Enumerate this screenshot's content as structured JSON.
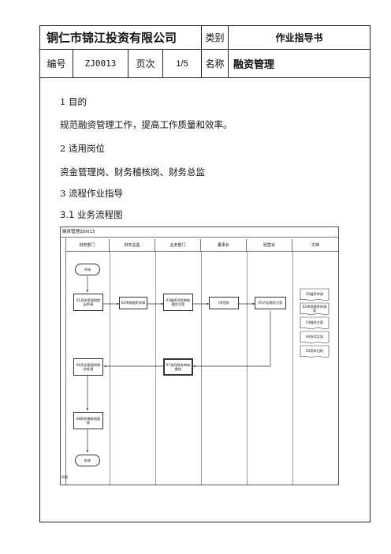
{
  "header": {
    "company": "铜仁市锦江投资有限公司",
    "category_label": "类别",
    "category_value": "作业指导书",
    "number_label": "编号",
    "number_value": "ZJ0013",
    "page_label": "页次",
    "page_value": "1/5",
    "name_label": "名称",
    "name_value": "融资管理"
  },
  "body": {
    "s1_title": "1 目的",
    "s1_text": "规范融资管理工作，提高工作质量和效率。",
    "s2_title": "2 适用岗位",
    "s2_text": "资金管理岗、财务稽核岗、财务总监",
    "s3_title": "3 流程作业指导",
    "s31_title": "3.1 业务流程图"
  },
  "flowchart": {
    "title": "融资管理ZJ0013",
    "lanes": [
      "财务部门",
      "财务总监",
      "业务部门",
      "董事长",
      "经营会",
      "文档"
    ],
    "side_label": "阶段",
    "nodes": {
      "start": "开始",
      "n01": "01资金管理岗提出申请",
      "n02": "02审核融资申请",
      "n03": "03融资项目审核融资方案",
      "n04": "04签批",
      "n05": "05讨论融资方案",
      "n06": "06资金管理岗财务处理",
      "n07": "07合同财务审核备档",
      "n08": "08财务稽核岗复核",
      "end": "结束"
    },
    "docs": [
      "01融资申请",
      "02审批融资申请表",
      "03融资方案",
      "04合同文本",
      "05资料归档"
    ]
  }
}
